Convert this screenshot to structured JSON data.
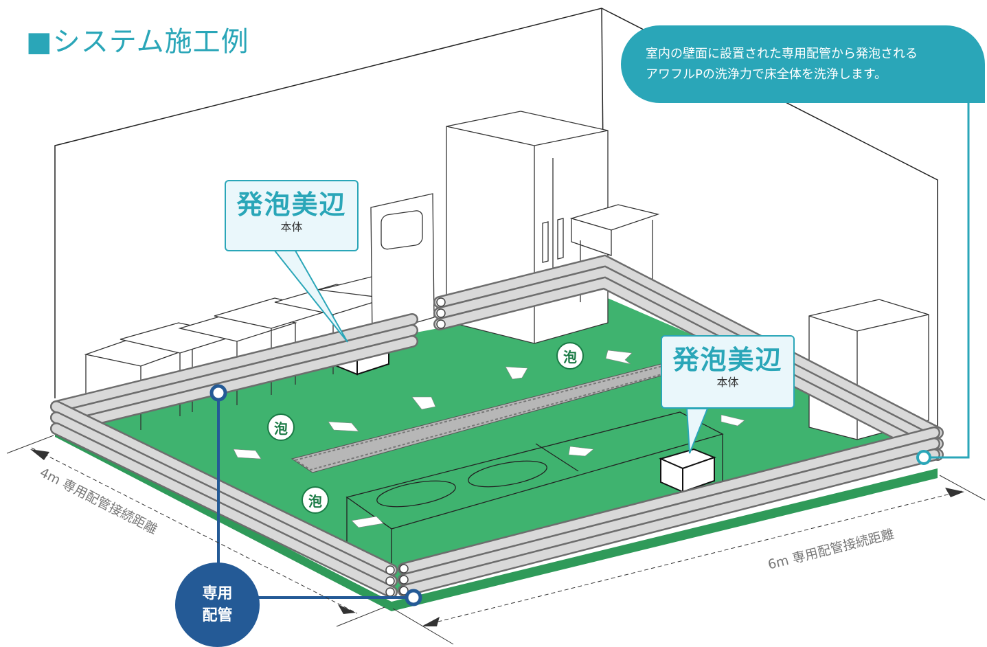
{
  "title": "■システム施工例",
  "callout": {
    "line1": "室内の壁面に設置された専用配管から発泡される",
    "line2": "アワフルPの洗浄力で床全体を洗浄します。"
  },
  "units": [
    {
      "brand": "発泡美辺",
      "sub": "本体"
    },
    {
      "brand": "発泡美辺",
      "sub": "本体"
    }
  ],
  "foam_labels": [
    "泡",
    "泡",
    "泡"
  ],
  "pipe_label": {
    "line1": "専用",
    "line2": "配管"
  },
  "dimensions": {
    "short_side": "4m 専用配管接続距離",
    "long_side": "6m 専用配管接続距離"
  },
  "colors": {
    "floor": "#3fb36f",
    "floor_edge": "#2f9a59",
    "accent": "#2aa6b8",
    "pipe_line": "#245a96"
  }
}
